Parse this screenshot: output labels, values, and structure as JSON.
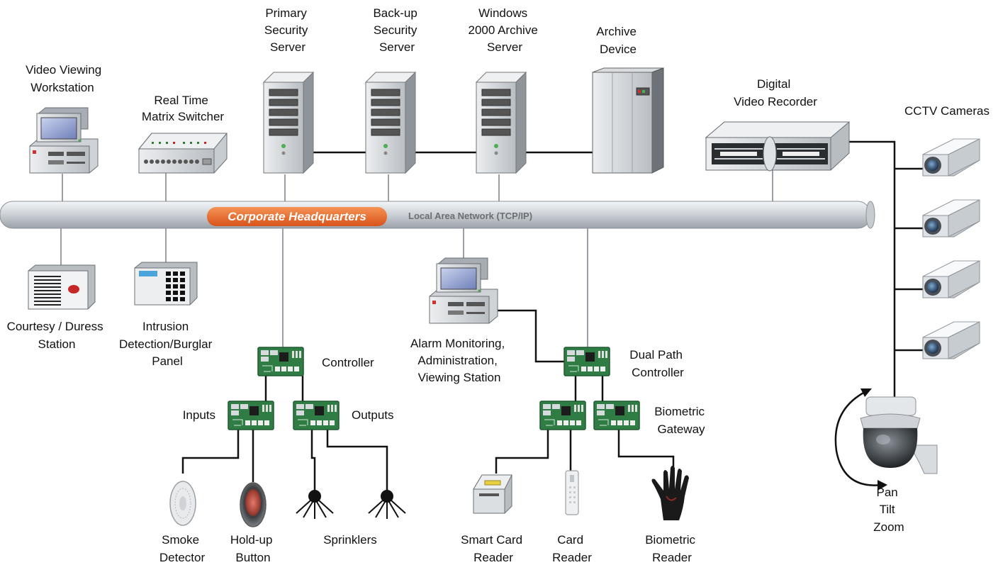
{
  "network": {
    "title": "Corporate Headquarters",
    "subtitle": "Local Area Network (TCP/IP)"
  },
  "labels": {
    "video_workstation": [
      "Video Viewing",
      "Workstation"
    ],
    "matrix_switcher": [
      "Real Time",
      "Matrix Switcher"
    ],
    "primary_server": [
      "Primary",
      "Security",
      "Server"
    ],
    "backup_server": [
      "Back-up",
      "Security",
      "Server"
    ],
    "archive_server": [
      "Windows",
      "2000 Archive",
      "Server"
    ],
    "archive_device": [
      "Archive",
      "Device"
    ],
    "dvr": [
      "Digital",
      "Video Recorder"
    ],
    "cctv": [
      "CCTV Cameras"
    ],
    "courtesy": [
      "Courtesy / Duress",
      "Station"
    ],
    "intrusion": [
      "Intrusion",
      "Detection/Burglar",
      "Panel"
    ],
    "controller": [
      "Controller"
    ],
    "inputs": [
      "Inputs"
    ],
    "outputs": [
      "Outputs"
    ],
    "alarm_station": [
      "Alarm Monitoring,",
      "Administration,",
      "Viewing Station"
    ],
    "dual_controller": [
      "Dual Path",
      "Controller"
    ],
    "biometric_gateway": [
      "Biometric",
      "Gateway"
    ],
    "smoke": [
      "Smoke",
      "Detector"
    ],
    "holdup": [
      "Hold-up",
      "Button"
    ],
    "sprinklers": [
      "Sprinklers"
    ],
    "smart_card": [
      "Smart Card",
      "Reader"
    ],
    "card_reader": [
      "Card",
      "Reader"
    ],
    "bio_reader": [
      "Biometric",
      "Reader"
    ],
    "ptz": [
      "Pan",
      "Tilt",
      "Zoom"
    ]
  },
  "colors": {
    "network_badge": "#e8641f",
    "circuit_board": "#2f7d45",
    "device_gray": "#d8dadd",
    "wire": "#111111"
  },
  "icons": [
    "workstation-icon",
    "switcher-icon",
    "server-icon",
    "archive-device-icon",
    "dvr-icon",
    "cctv-camera-icon",
    "ptz-dome-camera-icon",
    "duress-station-icon",
    "keypad-panel-icon",
    "circuit-board-icon",
    "smoke-detector-icon",
    "holdup-button-icon",
    "sprinkler-icon",
    "smart-card-reader-icon",
    "card-reader-icon",
    "hand-reader-icon"
  ]
}
